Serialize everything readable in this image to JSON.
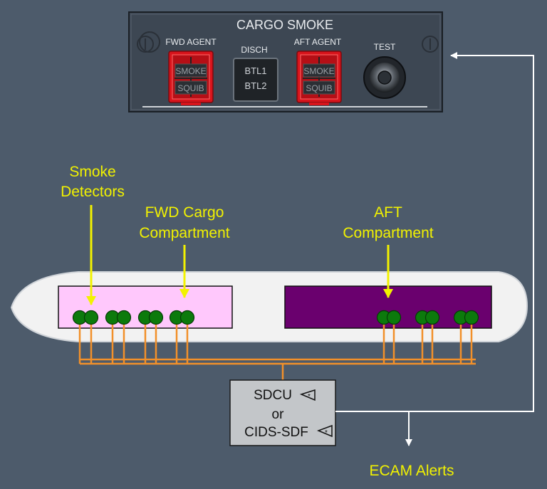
{
  "panel": {
    "title": "CARGO SMOKE",
    "fwd_agent_label": "FWD AGENT",
    "disch_label": "DISCH",
    "aft_agent_label": "AFT AGENT",
    "test_label": "TEST",
    "smoke_label": "SMOKE",
    "squib_label": "SQUIB",
    "btl1_label": "BTL1",
    "btl2_label": "BTL2"
  },
  "labels": {
    "smoke_detectors_line1": "Smoke",
    "smoke_detectors_line2": "Detectors",
    "fwd_cargo_line1": "FWD Cargo",
    "fwd_cargo_line2": "Compartment",
    "aft_line1": "AFT",
    "aft_line2": "Compartment",
    "ecam_alerts": "ECAM Alerts"
  },
  "controller": {
    "line1": "SDCU",
    "line2": "or",
    "line3": "CIDS-SDF"
  },
  "colors": {
    "background": "#4d5b6b",
    "fwd_compartment": "#ffc8fc",
    "aft_compartment": "#6a006e",
    "detector": "#0c7a0c",
    "wiring": "#f2902a",
    "label_yellow": "#f2f200",
    "pushbutton_red": "#d8141c"
  }
}
